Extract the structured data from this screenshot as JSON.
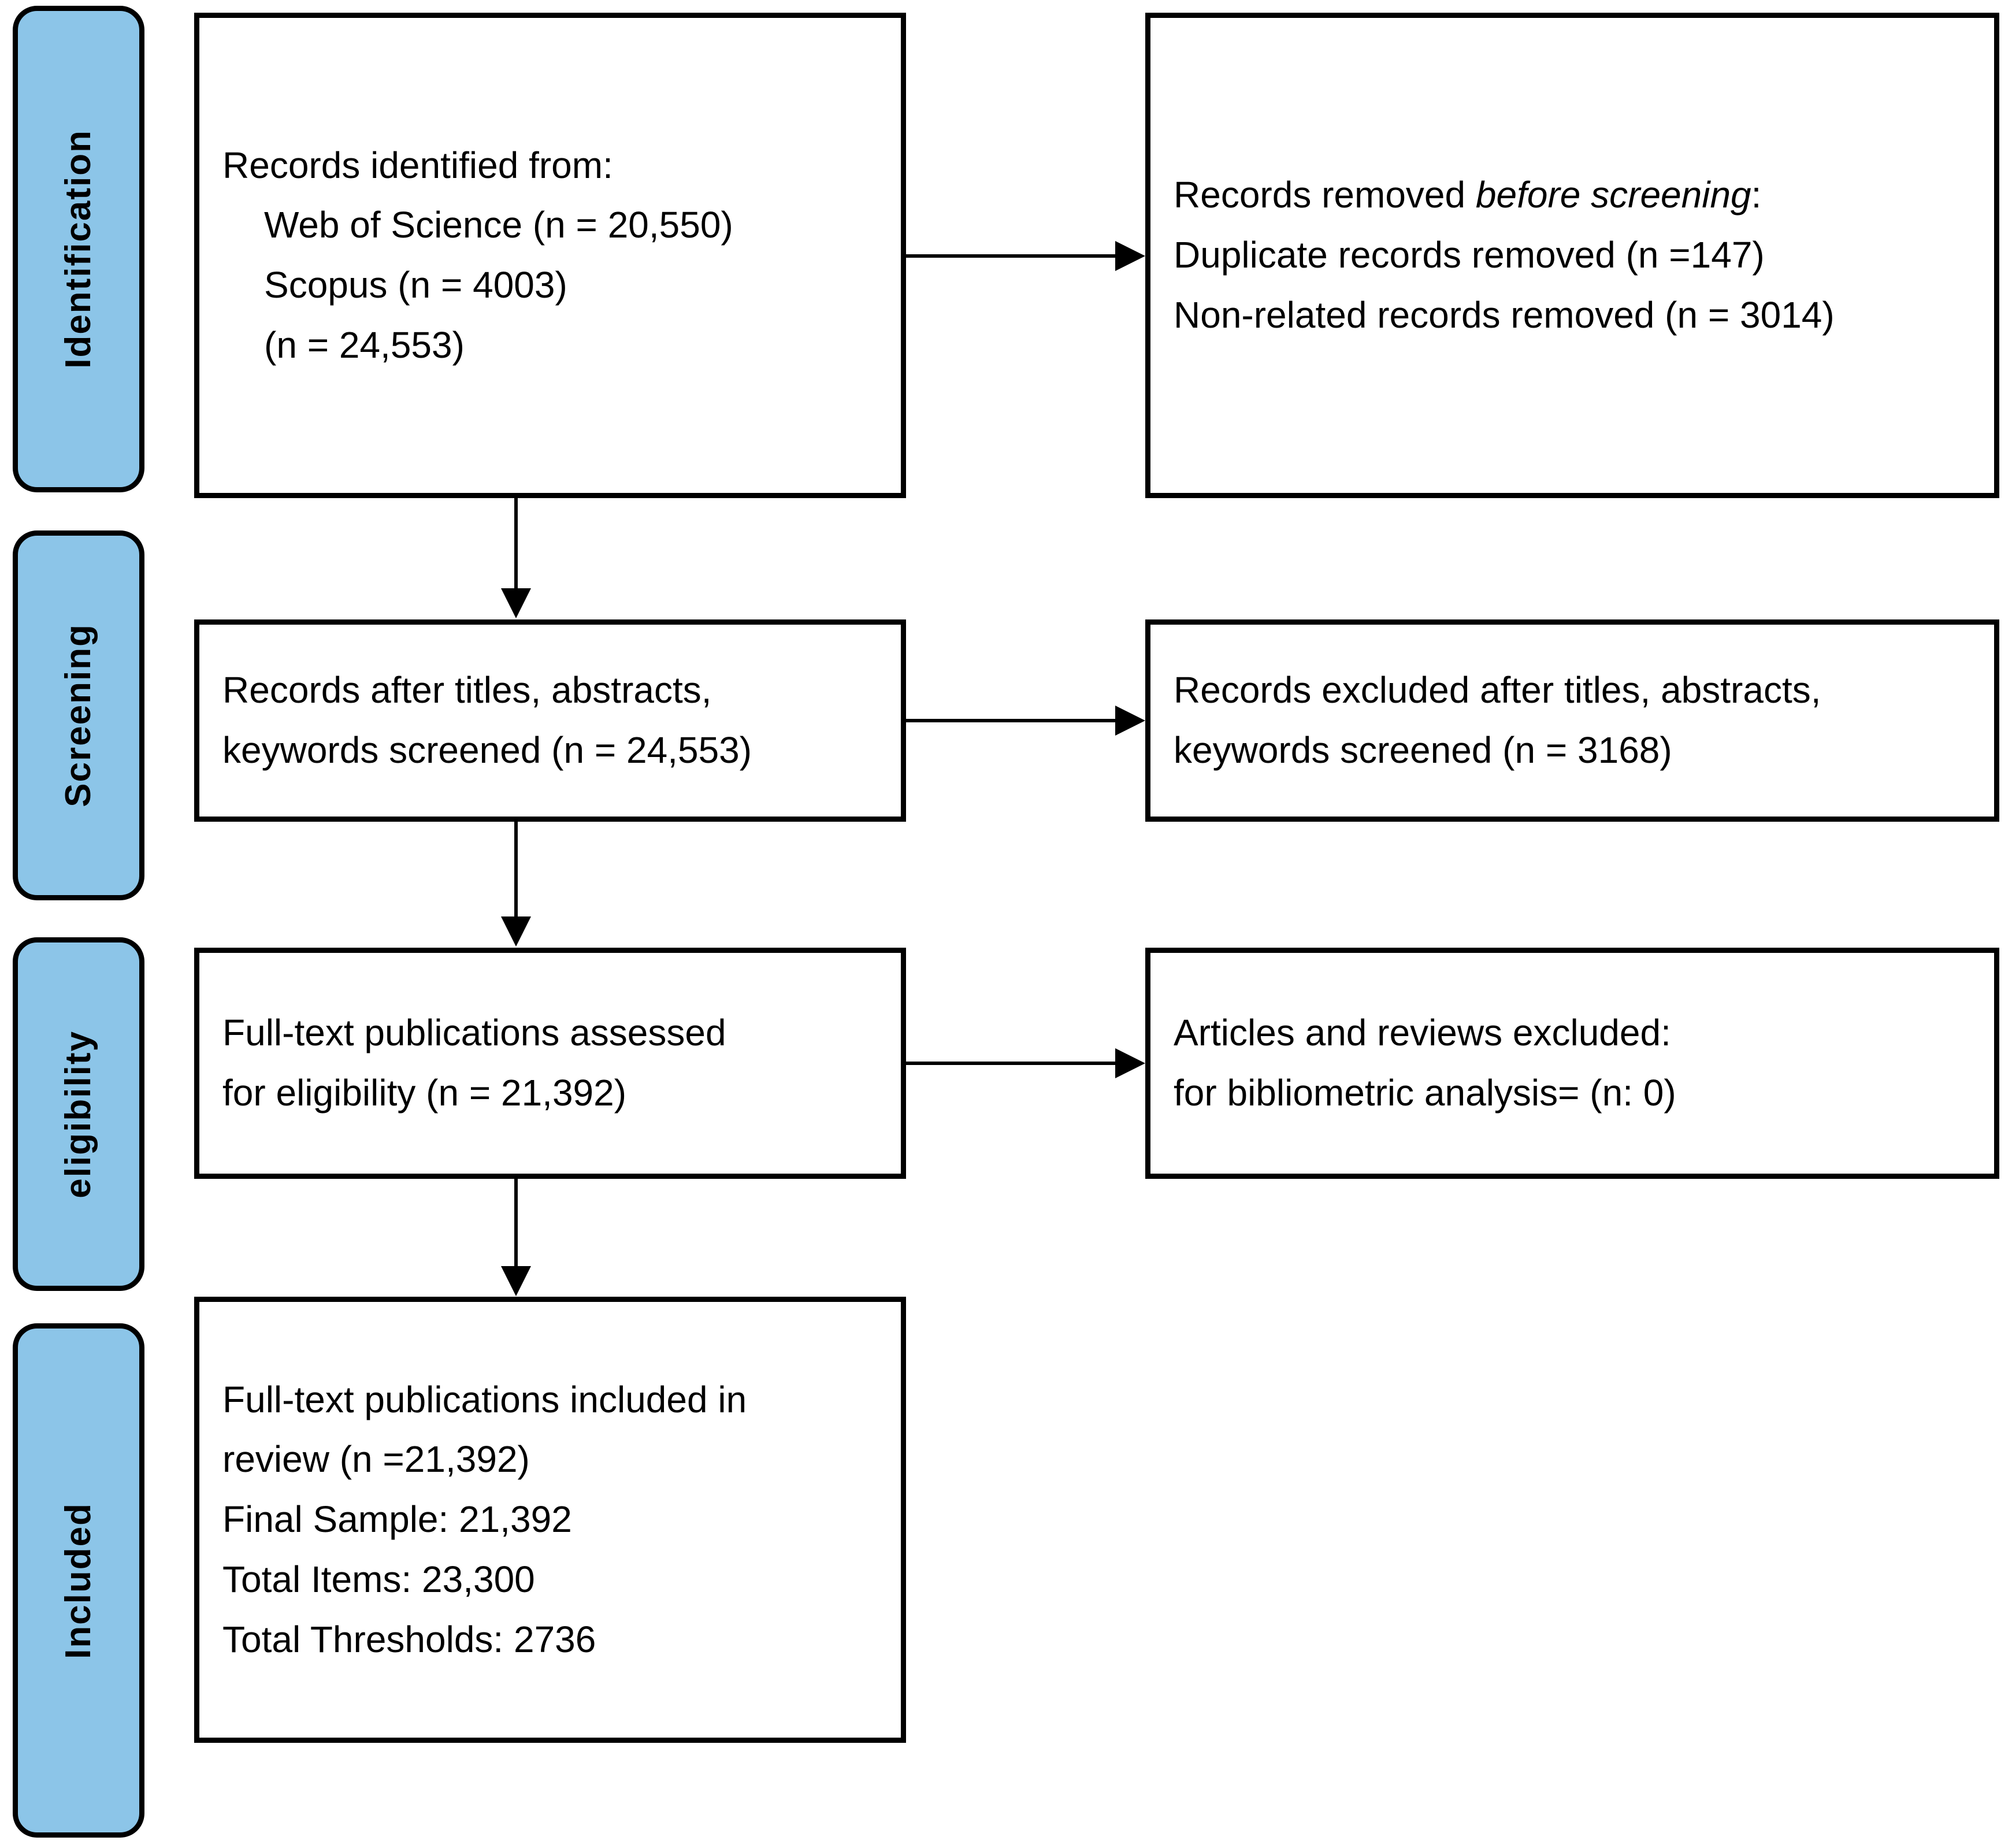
{
  "diagram": {
    "title": "PRISMA flow diagram",
    "accent_color": "#8CC5E8",
    "line_color": "#000000",
    "background": "#ffffff"
  },
  "stages": [
    {
      "id": "identification",
      "label": "Identification"
    },
    {
      "id": "screening",
      "label": "Screening"
    },
    {
      "id": "eligibility",
      "label": "eligibility"
    },
    {
      "id": "included",
      "label": "Included"
    }
  ],
  "boxes": {
    "identification_sources": {
      "lines": [
        "Records identified from:",
        "Web of Science (n = 20,550)",
        "Scopus (n = 4003)",
        "(n = 24,553)"
      ]
    },
    "records_removed": {
      "lines": [
        "Records removed before screening:",
        "Duplicate records removed (n =147)",
        "Non-related records removed (n = 3014)"
      ],
      "italic_phrase": "before screening",
      "line1_prefix": "Records removed ",
      "line1_suffix": ":"
    },
    "records_screened": {
      "lines": [
        "Records after titles, abstracts,",
        "keywords screened (n = 24,553)"
      ]
    },
    "records_excluded": {
      "lines": [
        "Records excluded after titles, abstracts,",
        "keywords screened (n = 3168)"
      ]
    },
    "fulltext_assessed": {
      "lines": [
        "Full-text publications assessed",
        "for eligibility (n = 21,392)"
      ]
    },
    "articles_excluded": {
      "lines": [
        "Articles and reviews excluded:",
        "for bibliometric analysis= (n: 0)"
      ]
    },
    "fulltext_included": {
      "lines": [
        "Full-text publications included in",
        "review (n =21,392)",
        "Final Sample: 21,392",
        "Total Items: 23,300",
        "Total Thresholds: 2736"
      ]
    }
  },
  "chart_data": {
    "type": "table",
    "title": "PRISMA flow diagram record counts",
    "categories": [
      "Web of Science identified",
      "Scopus identified",
      "Total identified",
      "Duplicate records removed",
      "Non-related records removed",
      "Records screened",
      "Records excluded after screening",
      "Full-text assessed for eligibility",
      "Articles and reviews excluded (bibliometric)",
      "Full-text included in review",
      "Final Sample",
      "Total Items",
      "Total Thresholds"
    ],
    "values": [
      20550,
      4003,
      24553,
      147,
      3014,
      24553,
      3168,
      21392,
      0,
      21392,
      21392,
      23300,
      2736
    ]
  }
}
